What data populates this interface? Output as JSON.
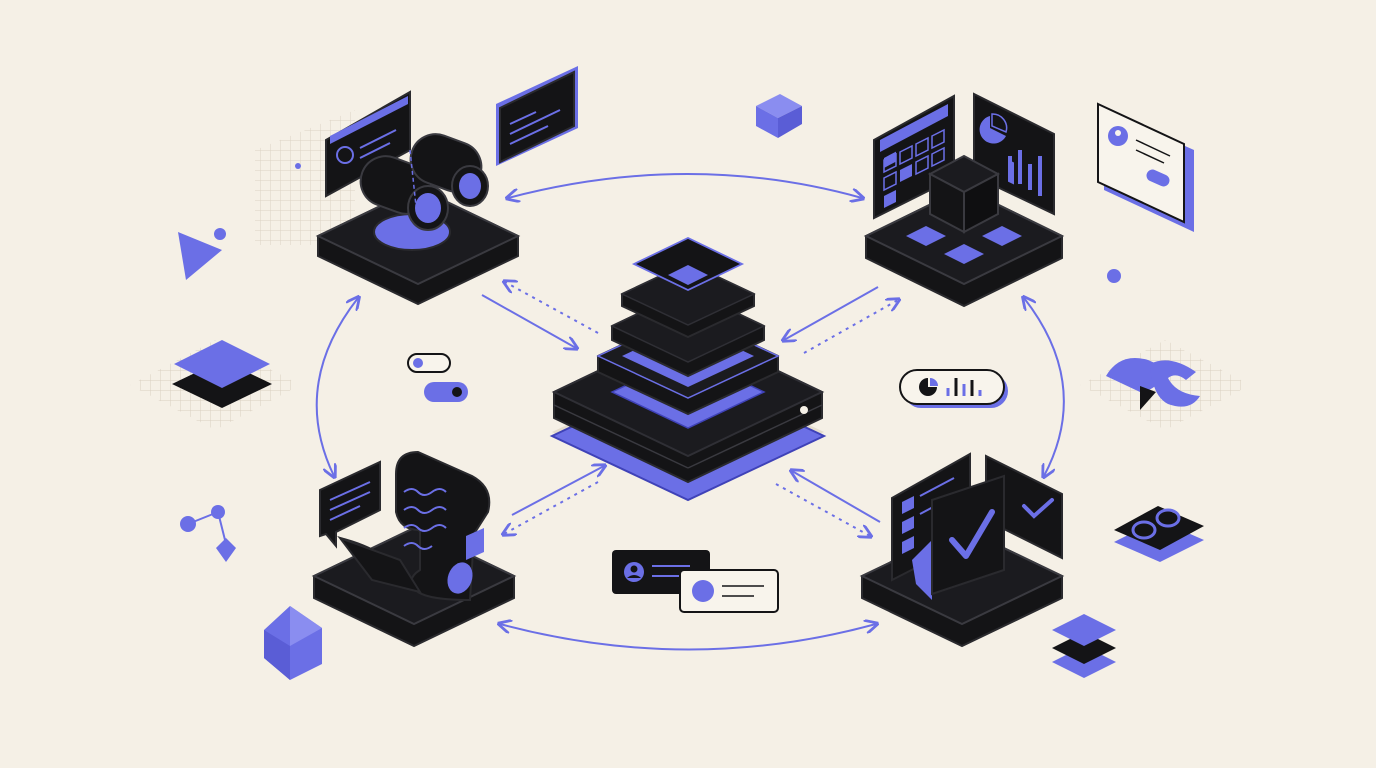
{
  "diagram": {
    "style": "isometric-illustration",
    "colors": {
      "background": "#f5f0e6",
      "accent": "#6b6fe6",
      "dark": "#141416",
      "edge": "#2a2a2e",
      "light_panel": "#f8f4ec",
      "grid": "#d9cfc0",
      "shadow": "#e4dccd"
    },
    "nodes": [
      {
        "id": "hub",
        "label": "",
        "icon": "stacked-layers-server"
      },
      {
        "id": "top-left",
        "label": "",
        "icon": "binoculars-on-platform"
      },
      {
        "id": "top-right",
        "label": "",
        "icon": "dashboard-with-cube"
      },
      {
        "id": "bottom-left",
        "label": "",
        "icon": "document-scroll"
      },
      {
        "id": "bottom-right",
        "label": "",
        "icon": "checklist-approval"
      }
    ],
    "edges": [
      {
        "from": "top-left",
        "to": "top-right",
        "style": "solid",
        "direction": "both"
      },
      {
        "from": "bottom-left",
        "to": "bottom-right",
        "style": "solid",
        "direction": "both"
      },
      {
        "from": "top-left",
        "to": "bottom-left",
        "style": "solid",
        "direction": "both"
      },
      {
        "from": "top-right",
        "to": "bottom-right",
        "style": "solid",
        "direction": "both"
      },
      {
        "from": "hub",
        "to": "top-left",
        "style": "solid+dotted",
        "direction": "both"
      },
      {
        "from": "hub",
        "to": "top-right",
        "style": "solid+dotted",
        "direction": "both"
      },
      {
        "from": "hub",
        "to": "bottom-left",
        "style": "solid+dotted",
        "direction": "both"
      },
      {
        "from": "hub",
        "to": "bottom-right",
        "style": "solid+dotted",
        "direction": "both"
      }
    ],
    "decorations": [
      "toggle-switches-icon",
      "mini-chart-pill-icon",
      "profile-cards-icon",
      "floating-cube-icon",
      "profile-card-with-toggle-icon",
      "layer-stack-icon",
      "linked-nodes-icon",
      "link-rings-icon",
      "pen-tool-icon"
    ]
  }
}
